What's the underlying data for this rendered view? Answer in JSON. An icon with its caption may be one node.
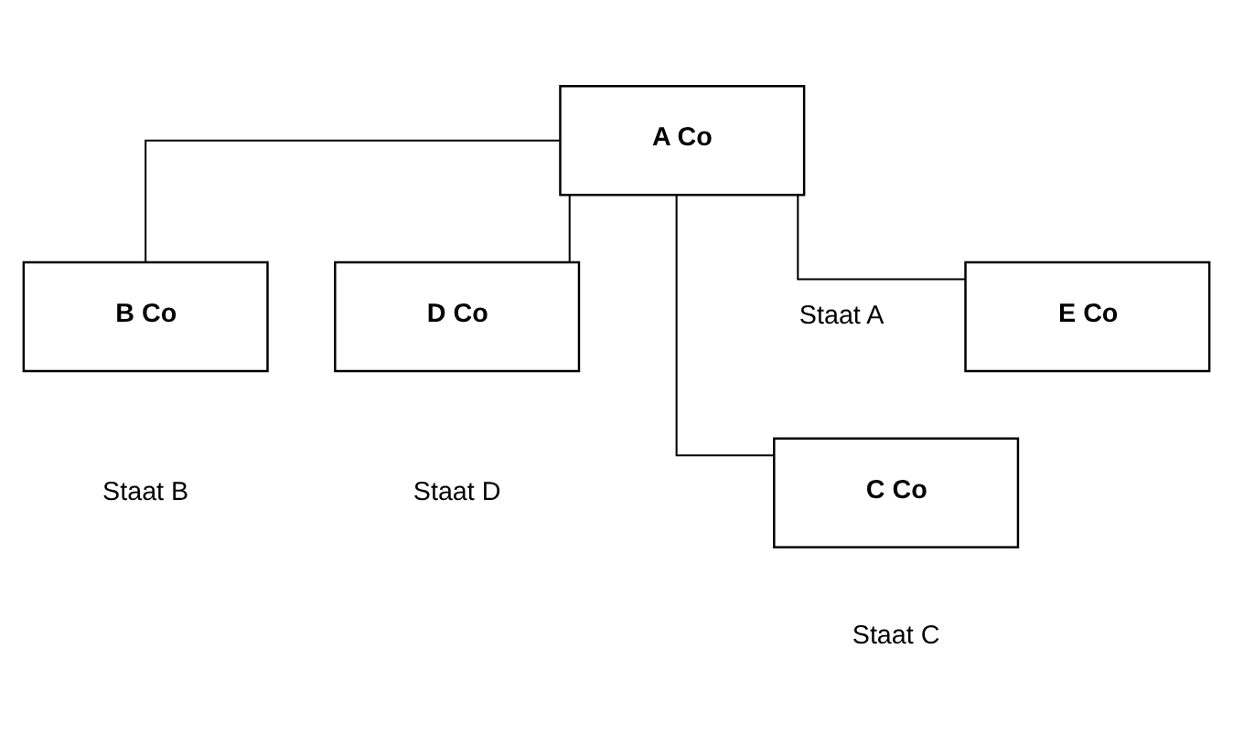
{
  "diagram": {
    "nodes": [
      {
        "text": [
          "A Co"
        ]
      },
      {
        "text": [
          "E Co"
        ]
      },
      {
        "text": [
          "B Co"
        ]
      },
      {
        "text": [
          "C Co"
        ]
      },
      {
        "text": [
          "D Co"
        ]
      }
    ],
    "edges": [
      {
        "from": 0,
        "to": 1,
        "arrow": "none"
      },
      {
        "from": 0,
        "to": 2,
        "arrow": "none"
      },
      {
        "from": 0,
        "to": 3,
        "arrow": "none"
      },
      {
        "from": 0,
        "to": 4,
        "arrow": "none"
      }
    ],
    "labels": [
      "Staat A",
      "Staat B",
      "Staat C",
      "Staat D"
    ]
  }
}
